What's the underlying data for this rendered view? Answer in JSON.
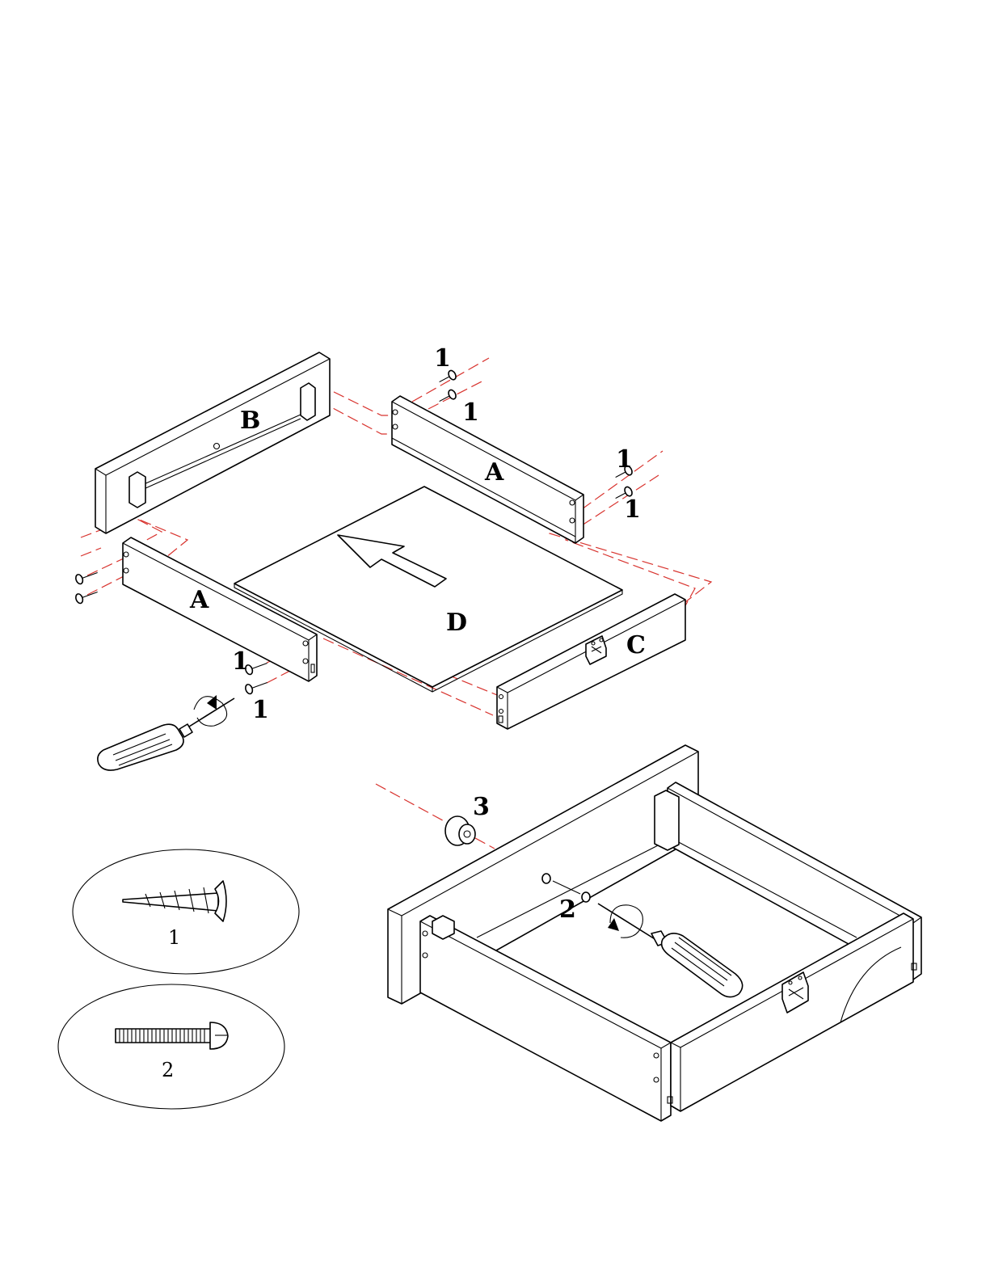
{
  "labels": {
    "panel_b": "B",
    "panel_a_back": "A",
    "panel_a_front": "A",
    "panel_c": "C",
    "panel_d": "D",
    "screw_top_1": "1",
    "screw_top_2": "1",
    "screw_right_1": "1",
    "screw_right_2": "1",
    "screw_front_1": "1",
    "screw_front_2": "1",
    "knob": "3",
    "bolt": "2"
  },
  "legend": [
    {
      "part": "screw",
      "label": "1"
    },
    {
      "part": "bolt",
      "label": "2"
    }
  ],
  "colors": {
    "line": "#000000",
    "guide": "#d8332e",
    "background": "#ffffff"
  },
  "icons": {
    "screwdriver_top": "screwdriver-icon",
    "screwdriver_bottom": "screwdriver-icon",
    "arrow": "direction-arrow-icon"
  }
}
